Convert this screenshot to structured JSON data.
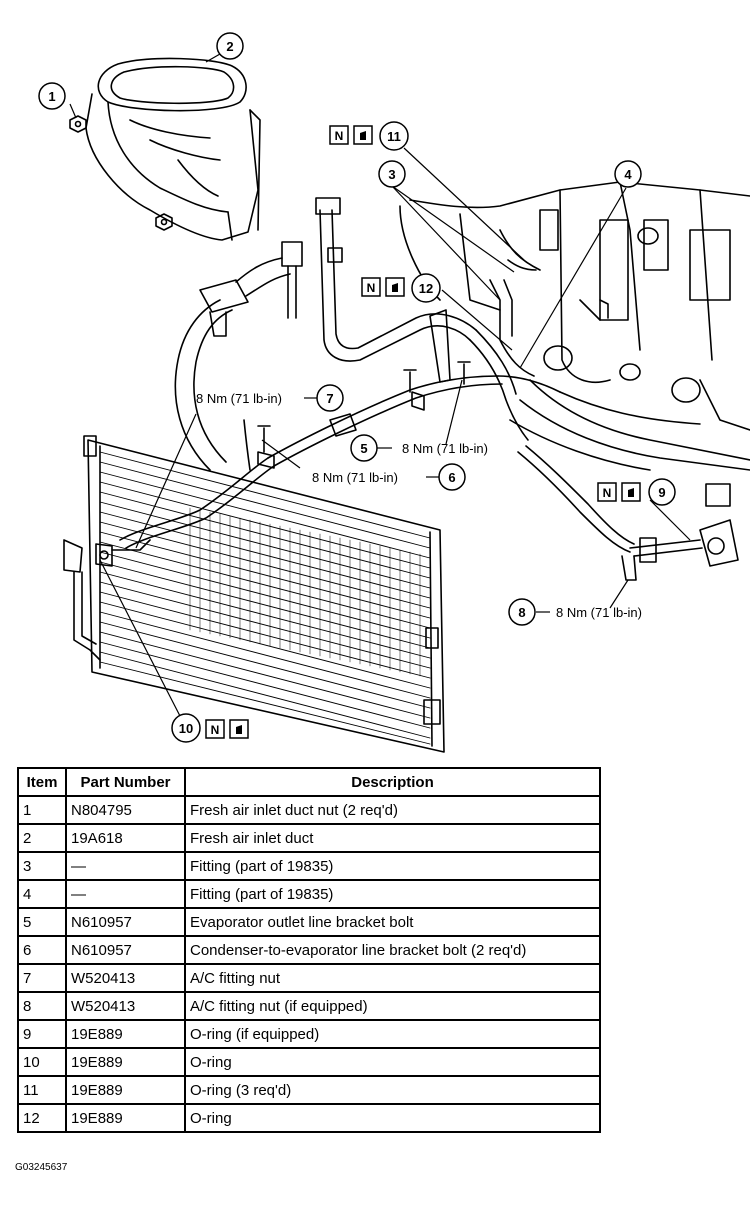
{
  "callouts": {
    "c1": "1",
    "c2": "2",
    "c3": "3",
    "c4": "4",
    "c5": "5",
    "c6": "6",
    "c7": "7",
    "c8": "8",
    "c9": "9",
    "c10": "10",
    "c11": "11",
    "c12": "12"
  },
  "torque": {
    "t7": "8 Nm (71 lb-in)",
    "t6": "8 Nm (71 lb-in)",
    "t5": "8 Nm (71 lb-in)",
    "t8": "8 Nm (71 lb-in)"
  },
  "symbol_letter": "N",
  "table": {
    "headers": {
      "item": "Item",
      "part": "Part Number",
      "desc": "Description"
    },
    "rows": [
      {
        "item": "1",
        "part": "N804795",
        "desc": "Fresh air inlet duct nut (2 req'd)"
      },
      {
        "item": "2",
        "part": "19A618",
        "desc": "Fresh air inlet duct"
      },
      {
        "item": "3",
        "part": "—",
        "desc": "Fitting (part of 19835)"
      },
      {
        "item": "4",
        "part": "—",
        "desc": "Fitting (part of 19835)"
      },
      {
        "item": "5",
        "part": "N610957",
        "desc": "Evaporator outlet line bracket bolt"
      },
      {
        "item": "6",
        "part": "N610957",
        "desc": "Condenser-to-evaporator line bracket bolt (2 req'd)"
      },
      {
        "item": "7",
        "part": "W520413",
        "desc": "A/C fitting nut"
      },
      {
        "item": "8",
        "part": "W520413",
        "desc": "A/C fitting nut (if equipped)"
      },
      {
        "item": "9",
        "part": "19E889",
        "desc": "O-ring (if equipped)"
      },
      {
        "item": "10",
        "part": "19E889",
        "desc": "O-ring"
      },
      {
        "item": "11",
        "part": "19E889",
        "desc": "O-ring (3 req'd)"
      },
      {
        "item": "12",
        "part": "19E889",
        "desc": "O-ring"
      }
    ]
  },
  "figure_id": "G03245637"
}
